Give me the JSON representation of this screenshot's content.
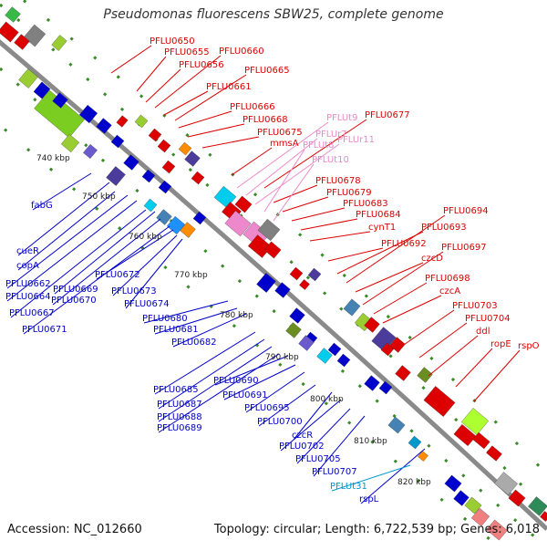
{
  "title": "Pseudomonas fluorescens SBW25, complete genome",
  "footer": {
    "accession": "Accession: NC_012660",
    "info": "Topology: circular; Length: 6,722,539 bp; Genes: 6,018"
  },
  "colors": {
    "forward": "#dd0000",
    "reverse": "#0000cc",
    "rna": "#ee88cc",
    "trna": "#0099cc",
    "backbone": "#808080",
    "tick": "#3a8a2a"
  },
  "kbp_labels": [
    "740 kbp",
    "750 kbp",
    "760 kbp",
    "770 kbp",
    "780 kbp",
    "790 kbp",
    "800 kbp",
    "810 kbp",
    "820 kbp"
  ],
  "forward_genes": [
    "PFLU0650",
    "PFLU0655",
    "PFLU0656",
    "PFLU0660",
    "PFLU0661",
    "PFLU0665",
    "PFLU0666",
    "PFLU0668",
    "PFLU0675",
    "mmsA",
    "PFLU0677",
    "PFLU0678",
    "PFLU0679",
    "PFLU0683",
    "PFLU0684",
    "cynT1",
    "PFLU0692",
    "PFLU0693",
    "PFLU0694",
    "czcD",
    "PFLU0697",
    "PFLU0698",
    "czcA",
    "PFLU0703",
    "PFLU0704",
    "ddl",
    "ropE",
    "rspO"
  ],
  "rna_genes": [
    "PFLUt9",
    "PFLUr7",
    "PFLUr11",
    "PFLUt8",
    "PFLUt10"
  ],
  "reverse_genes": [
    "fabG",
    "cueR",
    "copA",
    "PFLU0662",
    "PFLU0664",
    "PFLU0667",
    "PFLU0669",
    "PFLU0670",
    "PFLU0671",
    "PFLU0672",
    "PFLU0673",
    "PFLU0674",
    "PFLU0680",
    "PFLU0681",
    "PFLU0682",
    "PFLU0685",
    "PFLU0687",
    "PFLU0688",
    "PFLU0689",
    "PFLU0690",
    "PFLU0691",
    "PFLU0695",
    "PFLU0700",
    "czcR",
    "PFLU0702",
    "PFLU0705",
    "PFLU0707",
    "rspL"
  ],
  "trna_genes": [
    "PFLUt31"
  ]
}
